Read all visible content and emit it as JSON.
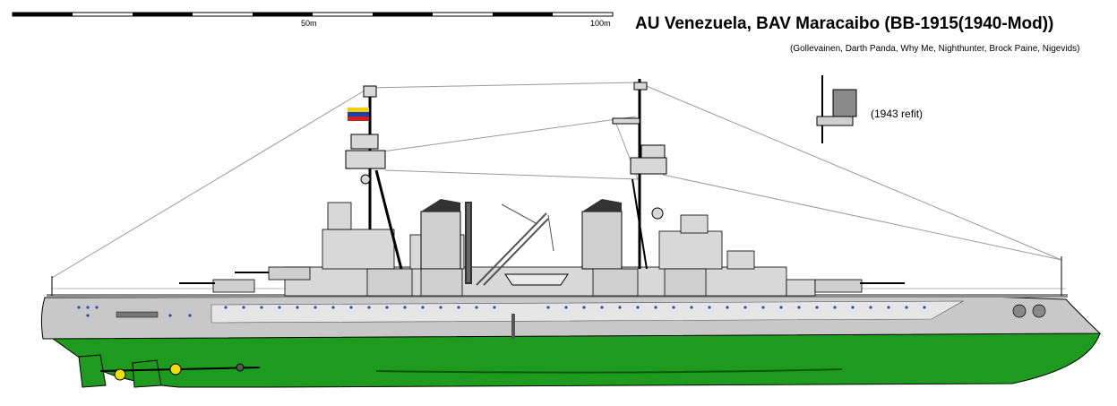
{
  "title": "AU Venezuela, BAV Maracaibo (BB-1915(1940-Mod))",
  "credits": "(Gollevainen, Darth Panda, Why Me, Nighthunter, Brock Paine, Nigevids)",
  "scale": {
    "mid_label": "50m",
    "end_label": "100m"
  },
  "refit_label": "(1943 refit)",
  "colors": {
    "hull_grey": "#c8c8c8",
    "underwater_green": "#1e9a1e",
    "superstructure_grey": "#d8d8d8",
    "deck_dark": "#8c8c8c",
    "flag_yellow": "#f5d000",
    "flag_blue": "#1a3fae",
    "flag_red": "#d0201c",
    "propeller_yellow": "#f0e000"
  }
}
